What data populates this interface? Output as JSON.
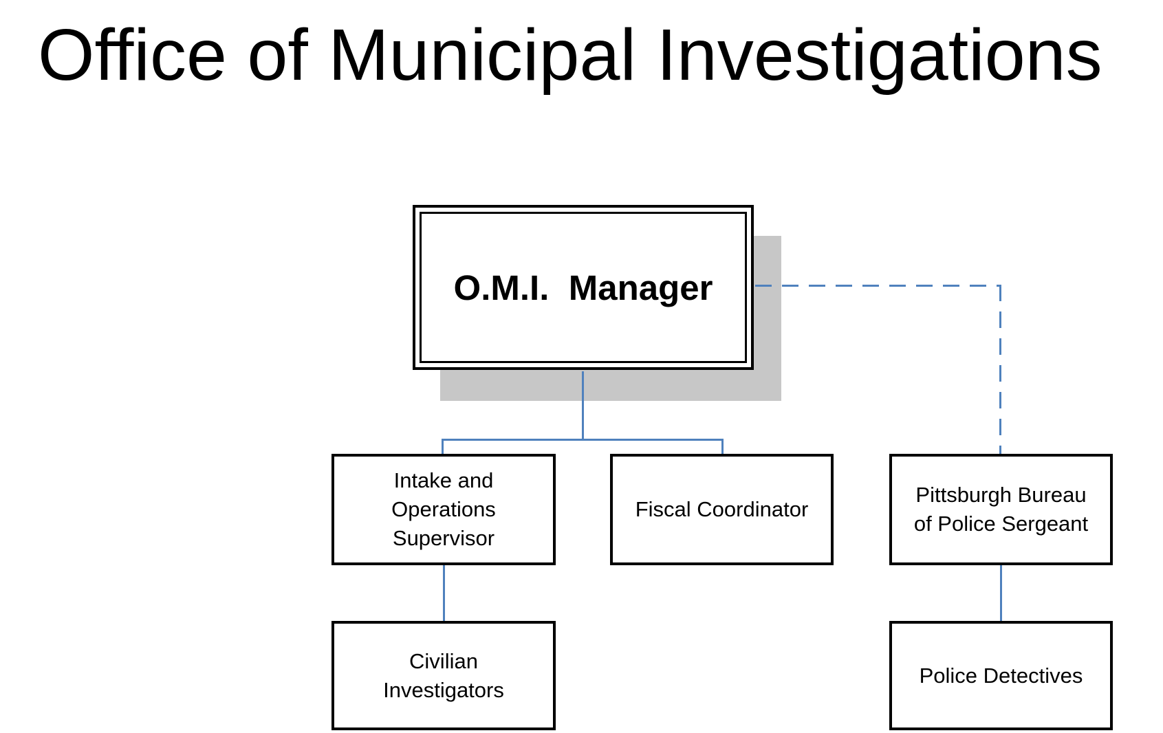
{
  "title": "Office of Municipal Investigations",
  "colors": {
    "connector_blue": "#4f81bd",
    "box_border": "#000000",
    "shadow_gray": "#c7c7c7",
    "background": "#ffffff",
    "text": "#000000"
  },
  "org_chart": {
    "type": "org-hierarchy",
    "nodes": {
      "manager": {
        "label": "O.M.I.  Manager",
        "level": 1,
        "reports_to": null,
        "link_style": null,
        "border": "double",
        "shadow": true
      },
      "intake": {
        "label": "Intake and\nOperations\nSupervisor",
        "level": 2,
        "reports_to": "manager",
        "link_style": "solid"
      },
      "fiscal": {
        "label": "Fiscal Coordinator",
        "level": 2,
        "reports_to": "manager",
        "link_style": "solid"
      },
      "sergeant": {
        "label": "Pittsburgh Bureau\nof Police Sergeant",
        "level": 2,
        "reports_to": "manager",
        "link_style": "dashed"
      },
      "civilian": {
        "label": "Civilian\nInvestigators",
        "level": 3,
        "reports_to": "intake",
        "link_style": "solid"
      },
      "police": {
        "label": "Police Detectives",
        "level": 3,
        "reports_to": "sergeant",
        "link_style": "solid"
      }
    }
  }
}
